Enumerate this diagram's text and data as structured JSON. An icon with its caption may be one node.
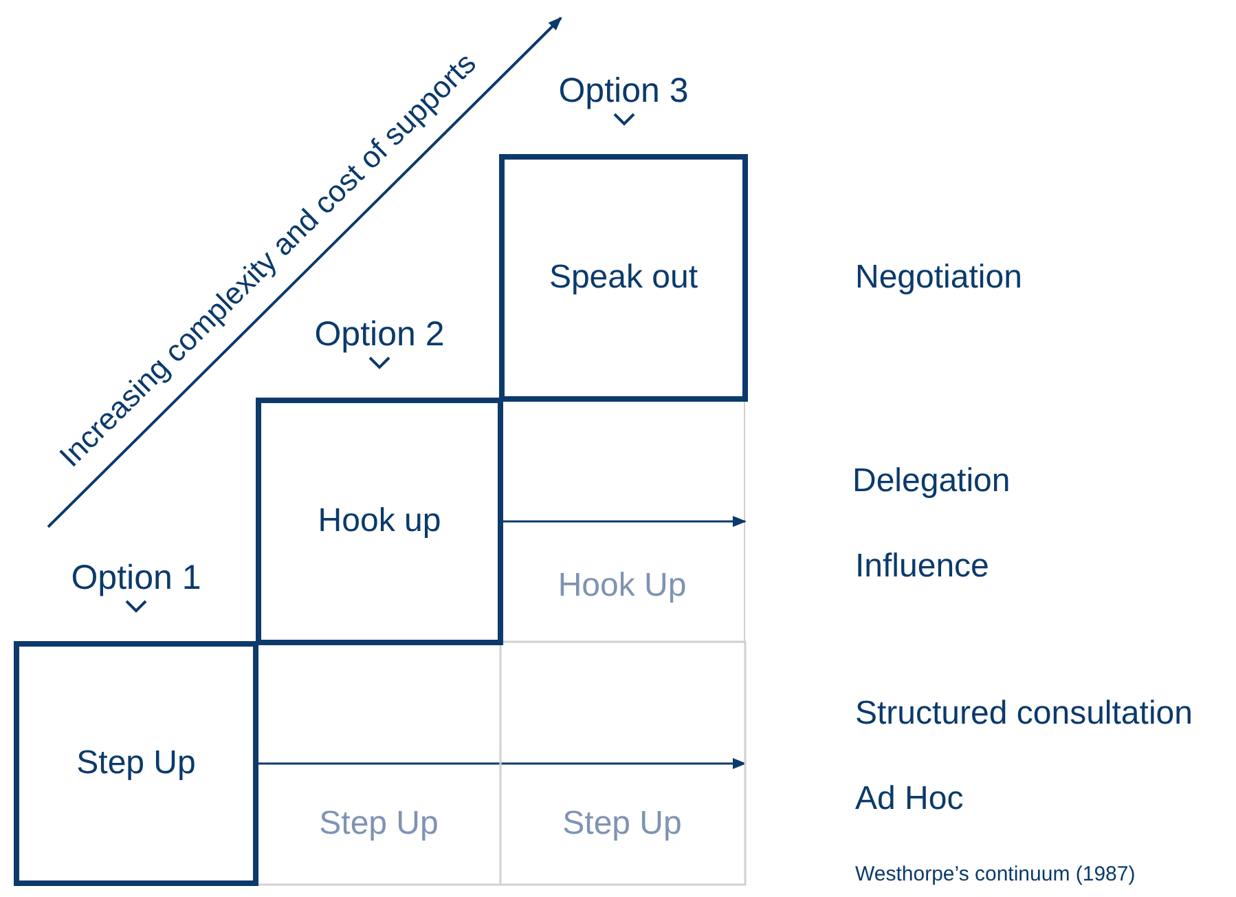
{
  "diagram": {
    "nodes": [
      {
        "text": [
          "Step Up"
        ],
        "beside": [
          "Option 1"
        ]
      },
      {
        "text": [
          "Hook up"
        ],
        "beside": [
          "Option 2"
        ]
      },
      {
        "text": [
          "Speak out"
        ],
        "beside": [
          "Option 3"
        ]
      },
      {
        "text": [
          "Hook Up"
        ]
      }
    ],
    "edges": [
      {
        "from": 1,
        "to": 3,
        "arrow": "to"
      },
      {
        "from": 0,
        "to": null,
        "arrow": "to"
      }
    ],
    "labels": [
      "Increasing complexity and cost of supports",
      "Negotiation",
      "Delegation",
      "Influence",
      "Structured consultation",
      "Ad Hoc",
      "Step Up",
      "Step Up",
      "Westhorpe’s continuum (1987)"
    ]
  }
}
